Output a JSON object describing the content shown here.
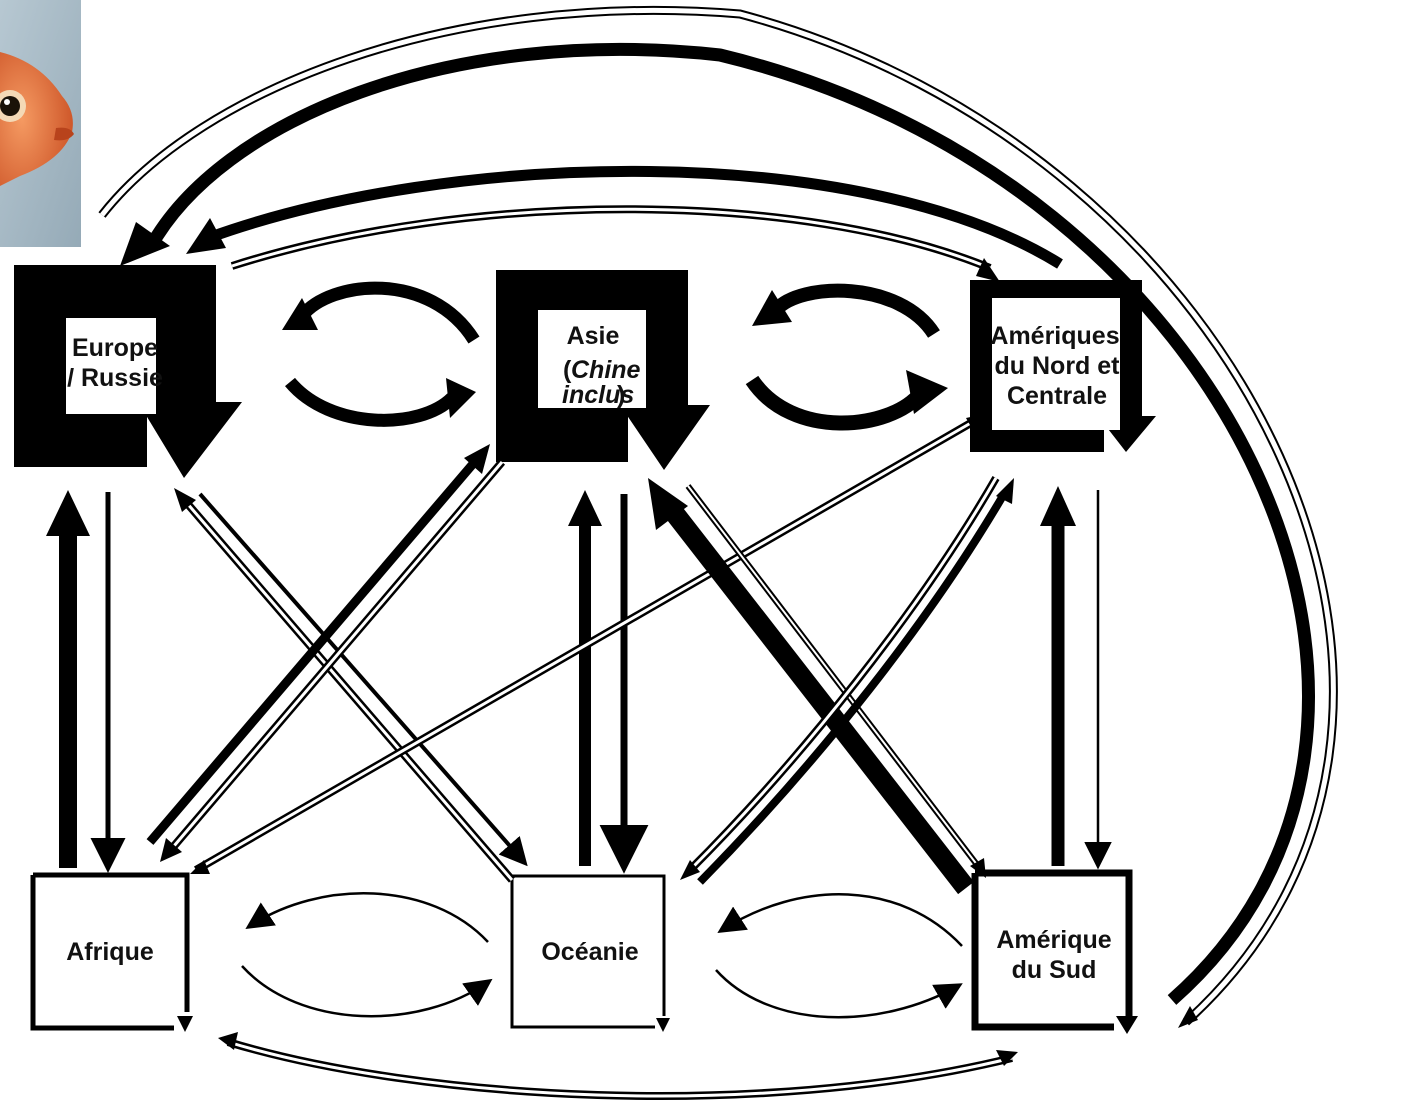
{
  "nodes": {
    "europe": {
      "line1": "Europe",
      "line2": "/ Russie"
    },
    "asie": {
      "line1": "Asie",
      "open_paren": "(",
      "italic1": "Chine",
      "italic2": "inclus",
      "close_paren": ")"
    },
    "ameriques_nord": {
      "line1": "Amériques",
      "line2": "du Nord et",
      "line3": "Centrale"
    },
    "afrique": {
      "line1": "Afrique"
    },
    "oceanie": {
      "line1": "Océanie"
    },
    "amerique_sud": {
      "line1": "Amérique",
      "line2": "du Sud"
    }
  },
  "photo": {
    "icon": "fish-photo",
    "colors": {
      "fish": "#e2713c",
      "background": "#a9bdc9"
    }
  },
  "colors": {
    "ink": "#000000",
    "paper": "#ffffff"
  }
}
